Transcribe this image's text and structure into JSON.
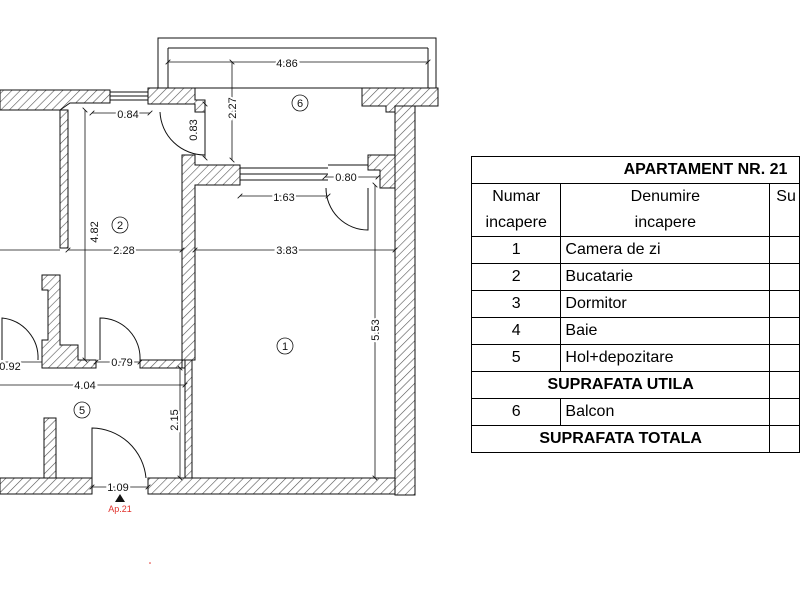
{
  "plan": {
    "dimensions": [
      "4.86",
      "2.27",
      "0.84",
      "0.83",
      "0.80",
      "1.63",
      "4.82",
      "2.28",
      "3.83",
      "5.53",
      "0.92",
      "0.79",
      "4.04",
      "2.15",
      "1.09"
    ],
    "room_numbers": [
      "6",
      "2",
      "1",
      "5"
    ],
    "entry_label": "Ap.21"
  },
  "schedule": {
    "title": "APARTAMENT NR. 21",
    "headers": {
      "num_line1": "Numar",
      "num_line2": "incapere",
      "name_line1": "Denumire",
      "name_line2": "incapere",
      "area_partial": "Su"
    },
    "rows": [
      {
        "num": "1",
        "name": "Camera de zi"
      },
      {
        "num": "2",
        "name": "Bucatarie"
      },
      {
        "num": "3",
        "name": "Dormitor"
      },
      {
        "num": "4",
        "name": "Baie"
      },
      {
        "num": "5",
        "name": "Hol+depozitare"
      }
    ],
    "subtotal_label": "SUPRAFATA UTILA",
    "balcony_row": {
      "num": "6",
      "name": "Balcon"
    },
    "total_label": "SUPRAFATA TOTALA"
  },
  "colors": {
    "wall_line": "#111111",
    "hatch": "#555555",
    "entry_marker": "#e0302a"
  }
}
